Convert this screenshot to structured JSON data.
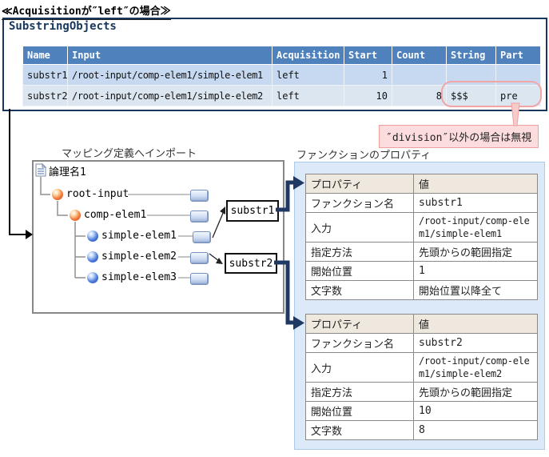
{
  "title": "≪Acquisitionが″left″の場合≫",
  "substring_objects": {
    "box_label": "SubstringObjects",
    "table": {
      "columns": [
        "Name",
        "Input",
        "Acquisition",
        "Start",
        "Count",
        "String",
        "Part"
      ],
      "rows": [
        [
          "substr1",
          "/root-input/comp-elem1/simple-elem1",
          "left",
          "1",
          "",
          "",
          ""
        ],
        [
          "substr2",
          "/root-input/comp-elem1/simple-elem2",
          "left",
          "10",
          "8",
          "$$$",
          "pre"
        ]
      ]
    },
    "highlight_note": "″division″以外の場合は無視"
  },
  "mapping_tree": {
    "label": "マッピング定義へインポート",
    "root": "論理名1",
    "nodes": [
      "root-input",
      "comp-elem1",
      "simple-elem1",
      "simple-elem2",
      "simple-elem3"
    ],
    "function_boxes": [
      "substr1",
      "substr2"
    ],
    "icons": {
      "root": "document-icon",
      "composite": "orange-sphere-icon",
      "simple": "blue-sphere-icon",
      "port": "mapping-port-button-icon"
    }
  },
  "function_properties": {
    "label": "ファンクションのプロパティ",
    "tables": [
      {
        "headers": [
          "プロパティ",
          "値"
        ],
        "rows": [
          [
            "ファンクション名",
            "substr1"
          ],
          [
            "入力",
            "/root-input/comp-elem1/simple-elem1"
          ],
          [
            "指定方法",
            "先頭からの範囲指定"
          ],
          [
            "開始位置",
            "1"
          ],
          [
            "文字数",
            "開始位置以降全て"
          ]
        ]
      },
      {
        "headers": [
          "プロパティ",
          "値"
        ],
        "rows": [
          [
            "ファンクション名",
            "substr2"
          ],
          [
            "入力",
            "/root-input/comp-elem1/simple-elem2"
          ],
          [
            "指定方法",
            "先頭からの範囲指定"
          ],
          [
            "開始位置",
            "10"
          ],
          [
            "文字数",
            "8"
          ]
        ]
      }
    ]
  },
  "colors": {
    "table_header_blue": "#4f81bd",
    "row_odd_blue": "#c6d9f1",
    "row_even_blue": "#dce6f1",
    "box_navy": "#17375e",
    "connector_navy": "#1f3864",
    "highlight_pink": "#f2a5a5",
    "callout_bg": "#fcdcdc",
    "panel_blue": "#dbe9f9",
    "prop_header_tan": "#eee8de"
  }
}
